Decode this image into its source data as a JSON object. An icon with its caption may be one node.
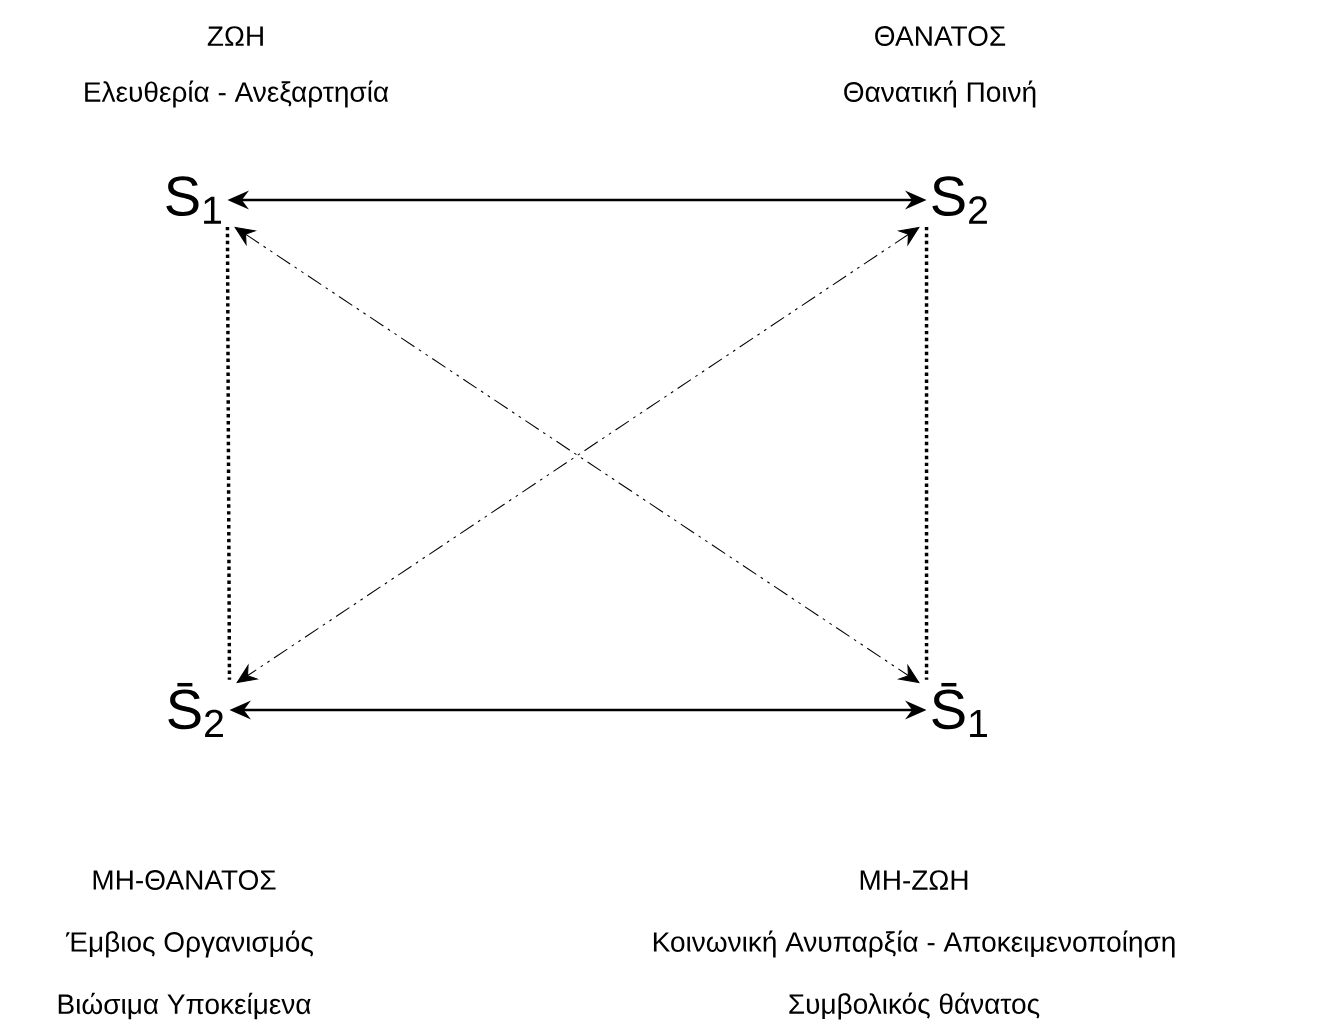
{
  "diagram": {
    "nodes": [
      {
        "text": [
          "S$_{1}$"
        ],
        "beside": [
          "ΖΩΗ",
          "Ελευθερία - Ανεξαρτησία"
        ]
      },
      {
        "text": [
          "S$_{2}$"
        ],
        "beside": [
          "ΘΑΝΑΤΟΣ",
          "Θανατική Ποινή"
        ]
      },
      {
        "text": [
          "S̄$_{2}$"
        ],
        "beside": [
          "ΜΗ-ΘΑΝΑΤΟΣ",
          "Έμβιος Οργανισμός",
          "Βιώσιμα Υποκείμενα"
        ]
      },
      {
        "text": [
          "S̄$_{1}$"
        ],
        "beside": [
          "ΜΗ-ΖΩΗ",
          "Κοινωνική Ανυπαρξία - Αποκειμενοποίηση",
          "Συμβολικός θάνατος"
        ]
      }
    ],
    "edges": [
      {
        "from": 0,
        "to": 1,
        "arrow": "both"
      },
      {
        "from": 2,
        "to": 3,
        "arrow": "both"
      },
      {
        "from": 0,
        "to": 2,
        "arrow": "none",
        "style": "dashed"
      },
      {
        "from": 1,
        "to": 3,
        "arrow": "none",
        "style": "dashed"
      },
      {
        "from": 0,
        "to": 3,
        "arrow": "both",
        "style": "dashed"
      },
      {
        "from": 1,
        "to": 2,
        "arrow": "both",
        "style": "dashed"
      }
    ]
  }
}
